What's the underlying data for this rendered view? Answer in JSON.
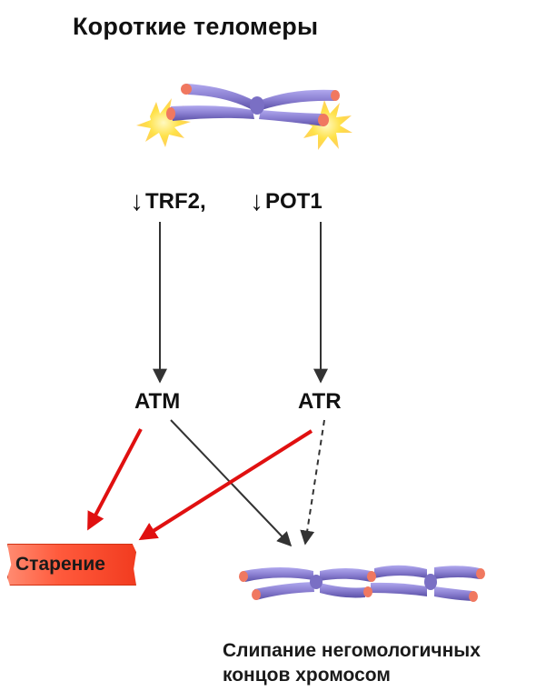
{
  "title": "Короткие теломеры",
  "proteins": {
    "down_arrow_symbol": "↓",
    "trf2": "TRF2,",
    "pot1": "POT1"
  },
  "kinases": {
    "atm": "ATM",
    "atr": "ATR"
  },
  "outcomes": {
    "senescence": "Старение",
    "fusion_line1": "Слипание негомологичных",
    "fusion_line2": "концов хромосом"
  },
  "colors": {
    "chromosome": "#8a7fd1",
    "telomere_cap": "#f07860",
    "burst": "#ffe84a",
    "red_arrow": "#e01010",
    "dark_arrow": "#333333"
  }
}
